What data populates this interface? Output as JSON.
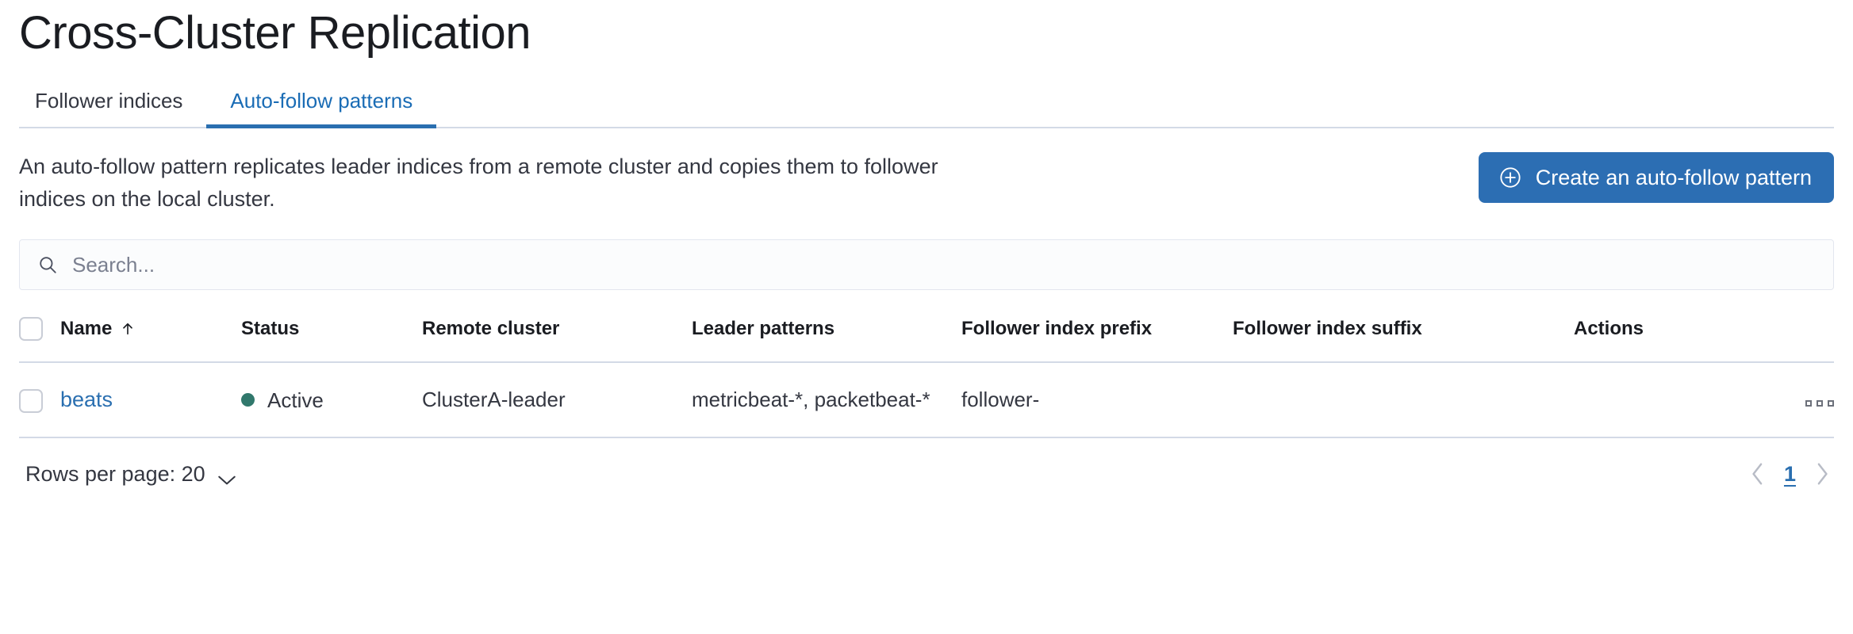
{
  "page": {
    "title": "Cross-Cluster Replication"
  },
  "tabs": [
    {
      "label": "Follower indices",
      "active": false
    },
    {
      "label": "Auto-follow patterns",
      "active": true
    }
  ],
  "description": {
    "text": "An auto-follow pattern replicates leader indices from a remote cluster and copies them to follower indices on the local cluster."
  },
  "create_button": {
    "label": "Create an auto-follow pattern",
    "icon": "plus-in-circle-icon",
    "background": "#2c6eb3",
    "text_color": "#ffffff"
  },
  "search": {
    "placeholder": "Search...",
    "value": "",
    "icon": "search-icon"
  },
  "table": {
    "columns": [
      {
        "label": "Name",
        "sorted": "asc",
        "sort_icon": "sort-up-arrow-icon"
      },
      {
        "label": "Status"
      },
      {
        "label": "Remote cluster"
      },
      {
        "label": "Leader patterns"
      },
      {
        "label": "Follower index prefix"
      },
      {
        "label": "Follower index suffix"
      },
      {
        "label": "Actions"
      }
    ],
    "rows": [
      {
        "selected": false,
        "name": "beats",
        "status": "Active",
        "status_color": "#31786c",
        "remote_cluster": "ClusterA-leader",
        "leader_patterns": "metricbeat-*, packetbeat-*",
        "follower_index_prefix": "follower-",
        "follower_index_suffix": "",
        "actions_icon": "ellipsis-horizontal-icon"
      }
    ]
  },
  "footer": {
    "rows_per_page_label": "Rows per page: 20",
    "pagination": {
      "prev_icon": "chevron-left-icon",
      "next_icon": "chevron-right-icon",
      "current_page": "1"
    }
  },
  "colors": {
    "link_blue": "#2a6fb0",
    "border": "#d3dae6",
    "text": "#343741"
  }
}
